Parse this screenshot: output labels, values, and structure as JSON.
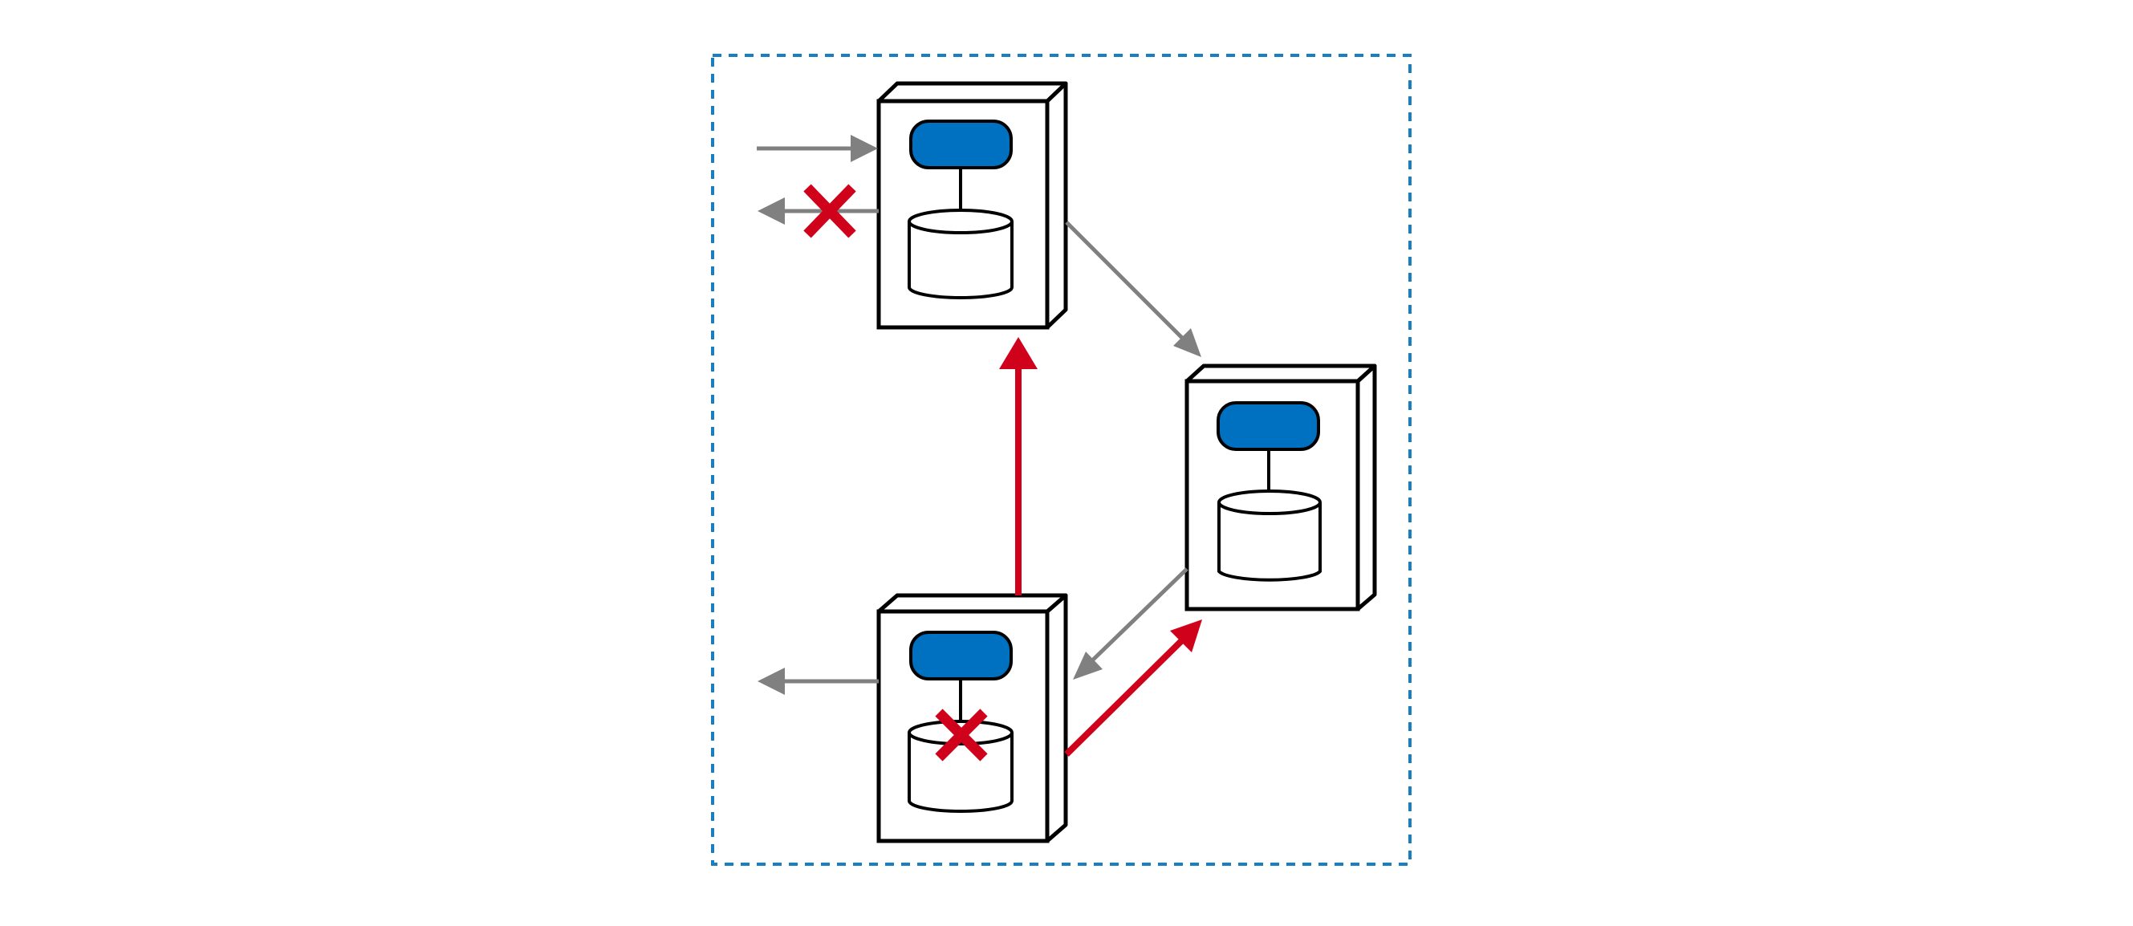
{
  "colors": {
    "boundary": "#1a7fc1",
    "box_stroke": "#000000",
    "box_fill": "#ffffff",
    "process_pill": "#0070c0",
    "gray_arrow": "#808080",
    "red_arrow": "#d0021b",
    "failure_mark": "#d0021b"
  },
  "nodes": [
    {
      "id": "node-top",
      "database_failed": false
    },
    {
      "id": "node-right",
      "database_failed": false
    },
    {
      "id": "node-bottom",
      "database_failed": true
    }
  ],
  "external_links": [
    {
      "id": "client-in-top",
      "direction": "in",
      "failed": false
    },
    {
      "id": "client-out-top",
      "direction": "out",
      "failed": true
    },
    {
      "id": "client-out-bottom",
      "direction": "out",
      "failed": false
    }
  ],
  "links": [
    {
      "from": "node-top",
      "to": "node-right",
      "style": "gray"
    },
    {
      "from": "node-right",
      "to": "node-bottom",
      "style": "gray"
    },
    {
      "from": "node-bottom",
      "to": "node-right",
      "style": "red"
    },
    {
      "from": "node-bottom",
      "to": "node-top",
      "style": "red"
    }
  ]
}
